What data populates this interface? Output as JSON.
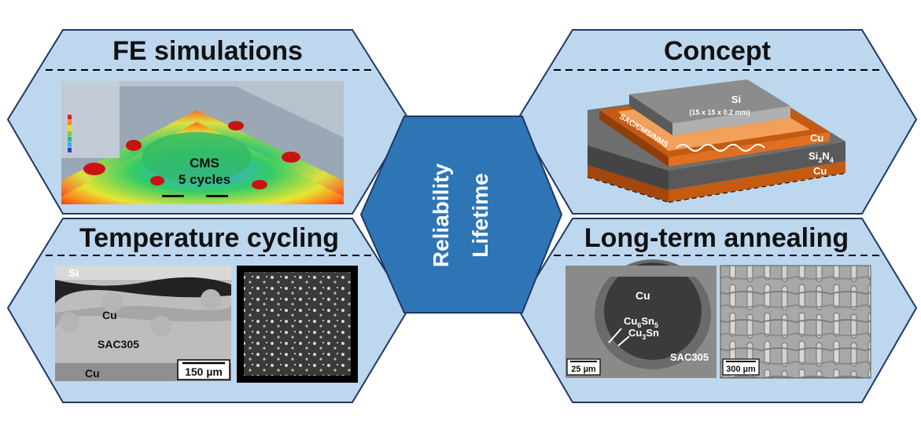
{
  "panels": {
    "fe": {
      "title": "FE simulations",
      "overlay_line1": "CMS",
      "overlay_line2": "5 cycles"
    },
    "concept": {
      "title": "Concept",
      "si_label": "Si",
      "si_dims": "(15 x 15 x 0.2 mm)",
      "solder_label": "SAC/CMS/NMS",
      "cu_top": "Cu",
      "si3n4": "Si",
      "si3n4_sub3": "3",
      "si3n4_n": "N",
      "si3n4_sub4": "4",
      "cu_bottom": "Cu"
    },
    "tc": {
      "title": "Temperature cycling",
      "si": "Si",
      "cu_mid": "Cu",
      "sac": "SAC305",
      "cu_bot": "Cu",
      "scale": "150 µm"
    },
    "lta": {
      "title": "Long-term annealing",
      "cu": "Cu",
      "cu6sn5_a": "Cu",
      "cu6sn5_b": "6",
      "cu6sn5_c": "Sn",
      "cu6sn5_d": "5",
      "cu3sn_a": "Cu",
      "cu3sn_b": "3",
      "cu3sn_c": "Sn",
      "sac": "SAC305",
      "scale1": "25 µm",
      "scale2": "300 µm"
    }
  },
  "center": {
    "line1": "Reliability",
    "line2": "Lifetime"
  },
  "colors": {
    "panel_fill": "#bdd7ee",
    "panel_stroke": "#1f3864",
    "center_fill": "#2e75b6",
    "copper": "#c55a11"
  }
}
